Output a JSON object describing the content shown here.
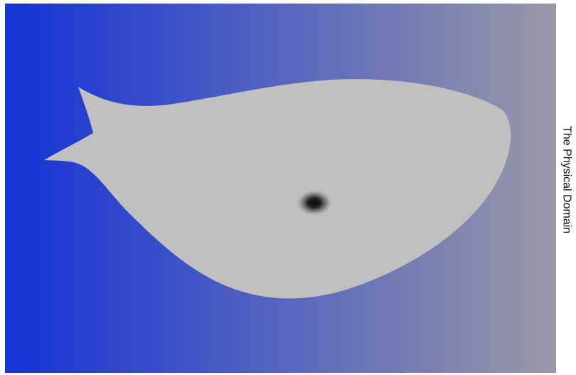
{
  "caption": "The Physical Domain",
  "colors": {
    "gradient_left": "#1232d6",
    "gradient_right": "#9a98a6",
    "domain_fill": "#c0c0c0",
    "spot_core": "#0a0a0a"
  },
  "shapes": {
    "domain": "fish-shaped-region",
    "spot": "blurred-dark-spot"
  }
}
